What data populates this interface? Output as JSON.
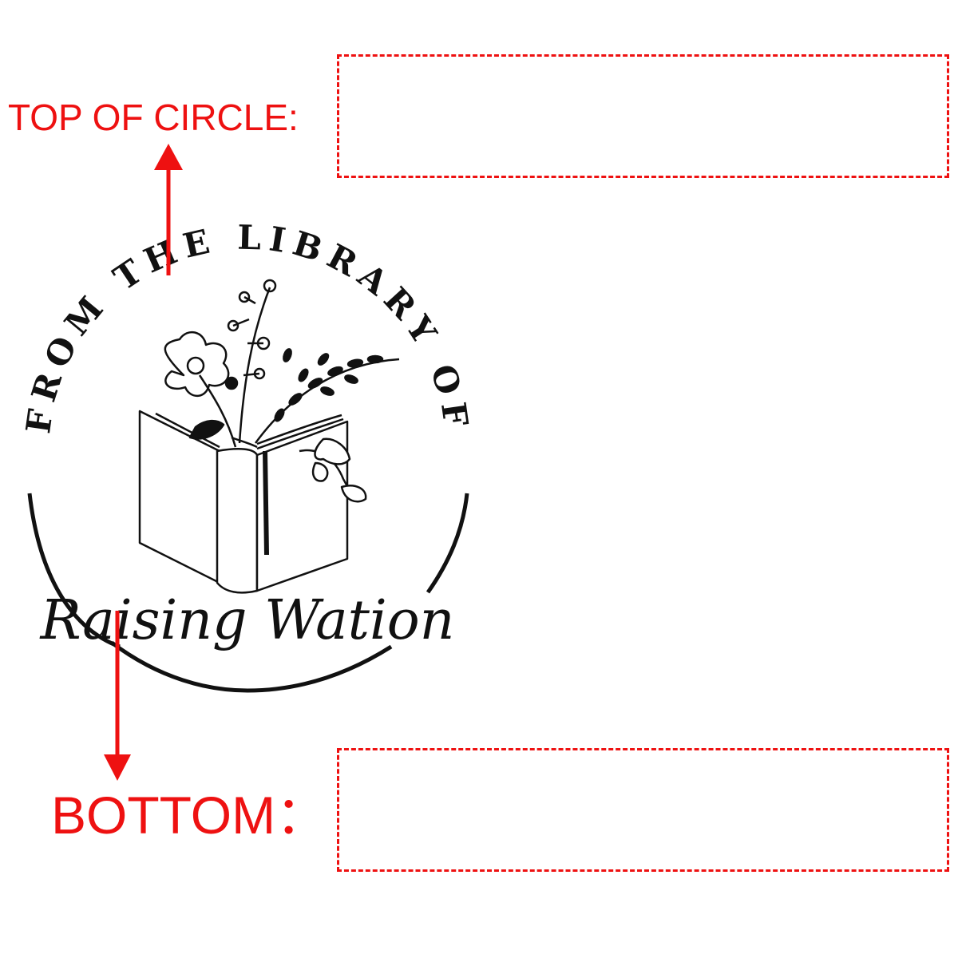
{
  "labels": {
    "top": "TOP OF CIRCLE:",
    "bottom": "BOTTOM："
  },
  "stamp": {
    "arc_text": "FROM THE LIBRARY OF",
    "name_text": "Raising Wation",
    "illustration_icon": "open-book-with-flowers-icon"
  },
  "colors": {
    "accent": "#ee1111",
    "ink": "#111111"
  }
}
